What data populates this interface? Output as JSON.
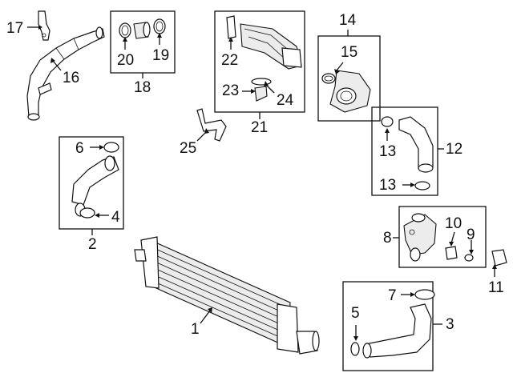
{
  "diagram": {
    "callouts": {
      "c1": "1",
      "c2": "2",
      "c3": "3",
      "c4": "4",
      "c5": "5",
      "c6": "6",
      "c7": "7",
      "c8": "8",
      "c9": "9",
      "c10": "10",
      "c11": "11",
      "c12": "12",
      "c13a": "13",
      "c13b": "13",
      "c14": "14",
      "c15": "15",
      "c16": "16",
      "c17": "17",
      "c18": "18",
      "c19": "19",
      "c20": "20",
      "c21": "21",
      "c22": "22",
      "c23": "23",
      "c24": "24",
      "c25": "25"
    }
  }
}
